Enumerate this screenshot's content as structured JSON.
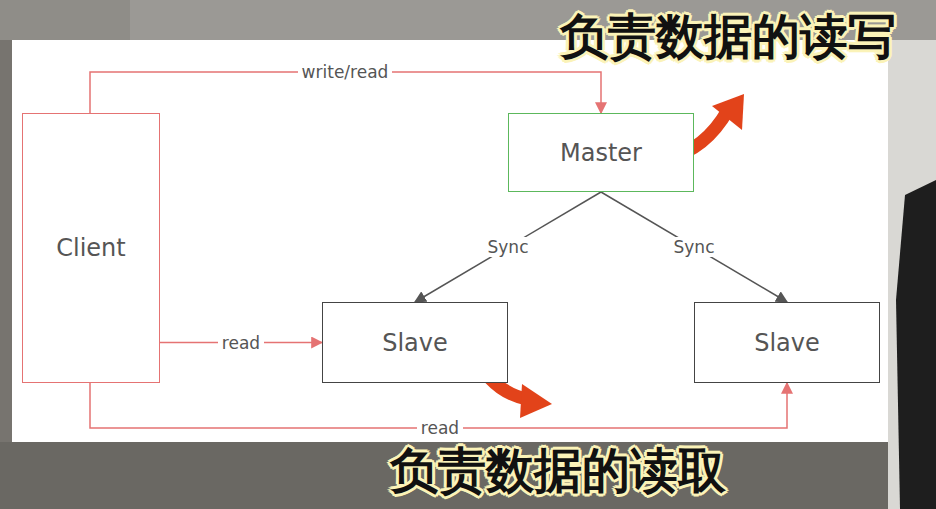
{
  "diagram": {
    "nodes": [
      {
        "text": [
          "Client"
        ]
      },
      {
        "text": [
          "Master"
        ]
      },
      {
        "text": [
          "Slave"
        ]
      },
      {
        "text": [
          "Slave"
        ]
      }
    ],
    "edges": [
      {
        "from": 0,
        "to": 1,
        "arrow": "to",
        "label": "write/read"
      },
      {
        "from": 1,
        "to": 2,
        "arrow": "to",
        "label": "Sync"
      },
      {
        "from": 1,
        "to": 3,
        "arrow": "to",
        "label": "Sync"
      },
      {
        "from": 0,
        "to": 2,
        "arrow": "to",
        "label": "read"
      },
      {
        "from": 0,
        "to": 3,
        "arrow": "to",
        "label": "read"
      }
    ],
    "labels": [
      "负责数据的读写",
      "负责数据的读取"
    ]
  }
}
